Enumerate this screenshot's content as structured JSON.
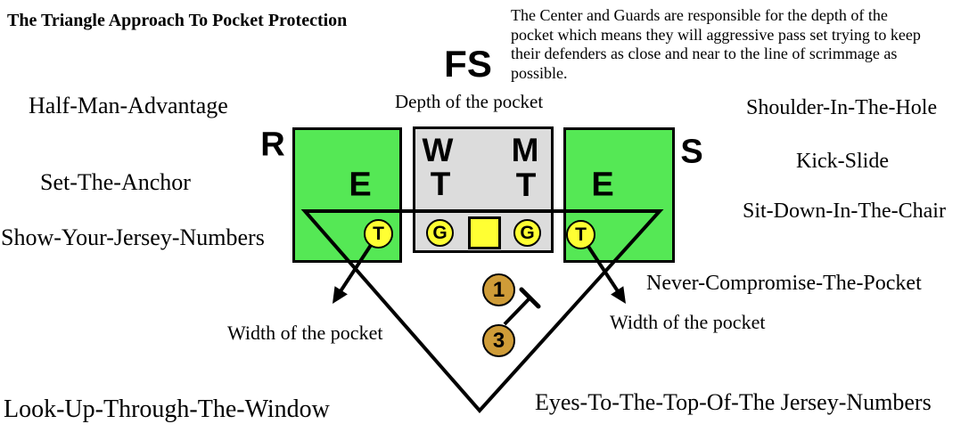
{
  "title": "The Triangle Approach To Pocket Protection",
  "note_lines": [
    "The Center and Guards are responsible for the depth of the",
    "pocket which means they will aggressive pass set trying to keep",
    "their defenders as close and near to the line of scrimmage as",
    "possible."
  ],
  "annotations": {
    "depth_of_pocket": "Depth of the pocket",
    "width_of_pocket_left": "Width of the pocket",
    "width_of_pocket_right": "Width of the pocket"
  },
  "coaching_points_left": [
    "Half-Man-Advantage",
    "Set-The-Anchor",
    "Show-Your-Jersey-Numbers",
    "Look-Up-Through-The-Window"
  ],
  "coaching_points_right": [
    "Shoulder-In-The-Hole",
    "Kick-Slide",
    "Sit-Down-In-The-Chair",
    "Never-Compromise-The-Pocket",
    "Eyes-To-The-Top-Of-The Jersey-Numbers"
  ],
  "players": {
    "free_safety": "FS",
    "rush_backer_left": "R",
    "sam_backer_right": "S",
    "end_left": "E",
    "end_right": "E",
    "will_backer_line1": "W",
    "will_backer_line2": "T",
    "mike_backer_line1": "M",
    "mike_backer_line2": "T",
    "tackle_left": "T",
    "guard_left": "G",
    "guard_right": "G",
    "tackle_right": "T",
    "back_1": "1",
    "back_3": "3"
  },
  "colors": {
    "box_green": "#55e855",
    "box_gray": "#dcdcdc",
    "marker_yellow": "#ffff33",
    "back_tan": "#cf9c38",
    "line_black": "#000000"
  }
}
